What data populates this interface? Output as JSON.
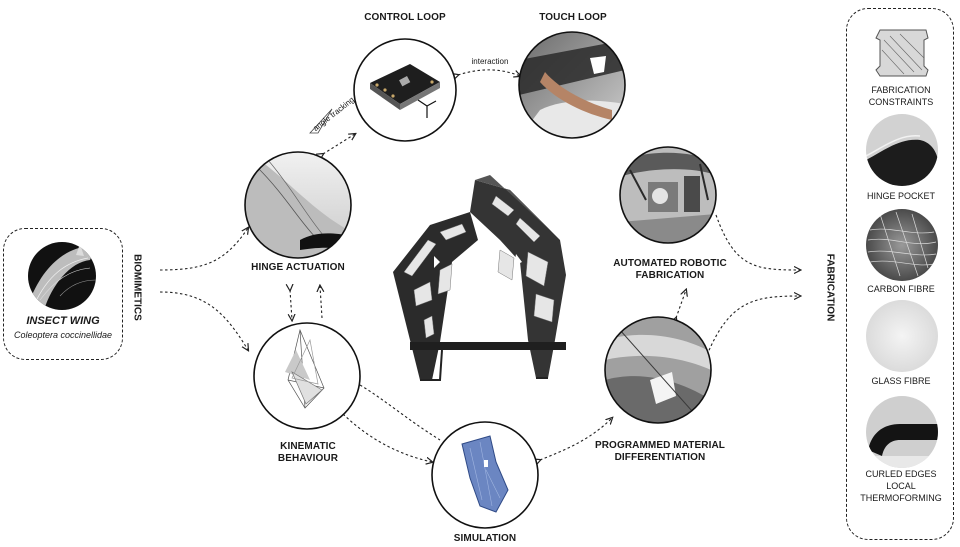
{
  "labels": {
    "control_loop": "CONTROL LOOP",
    "touch_loop": "TOUCH LOOP",
    "interaction": "interaction",
    "angle_tracking": "angle tracking",
    "hinge_actuation": "HINGE ACTUATION",
    "kinematic_line1": "KINEMATIC",
    "kinematic_line2": "BEHAVIOUR",
    "simulation": "SIMULATION",
    "automated_line1": "AUTOMATED ROBOTIC",
    "automated_line2": "FABRICATION",
    "programmed_line1": "PROGRAMMED MATERIAL",
    "programmed_line2": "DIFFERENTIATION",
    "biomimetics": "BIOMIMETICS",
    "fabrication": "FABRICATION"
  },
  "insect": {
    "title": "INSECT WING",
    "subtitle": "Coleoptera coccinellidae"
  },
  "fabrication_items": [
    {
      "line1": "FABRICATION",
      "line2": "CONSTRAINTS",
      "line3": ""
    },
    {
      "line1": "HINGE POCKET",
      "line2": "",
      "line3": ""
    },
    {
      "line1": "CARBON FIBRE",
      "line2": "",
      "line3": ""
    },
    {
      "line1": "GLASS FIBRE",
      "line2": "",
      "line3": ""
    },
    {
      "line1": "CURLED EDGES",
      "line2": "LOCAL",
      "line3": "THERMOFORMING"
    }
  ]
}
